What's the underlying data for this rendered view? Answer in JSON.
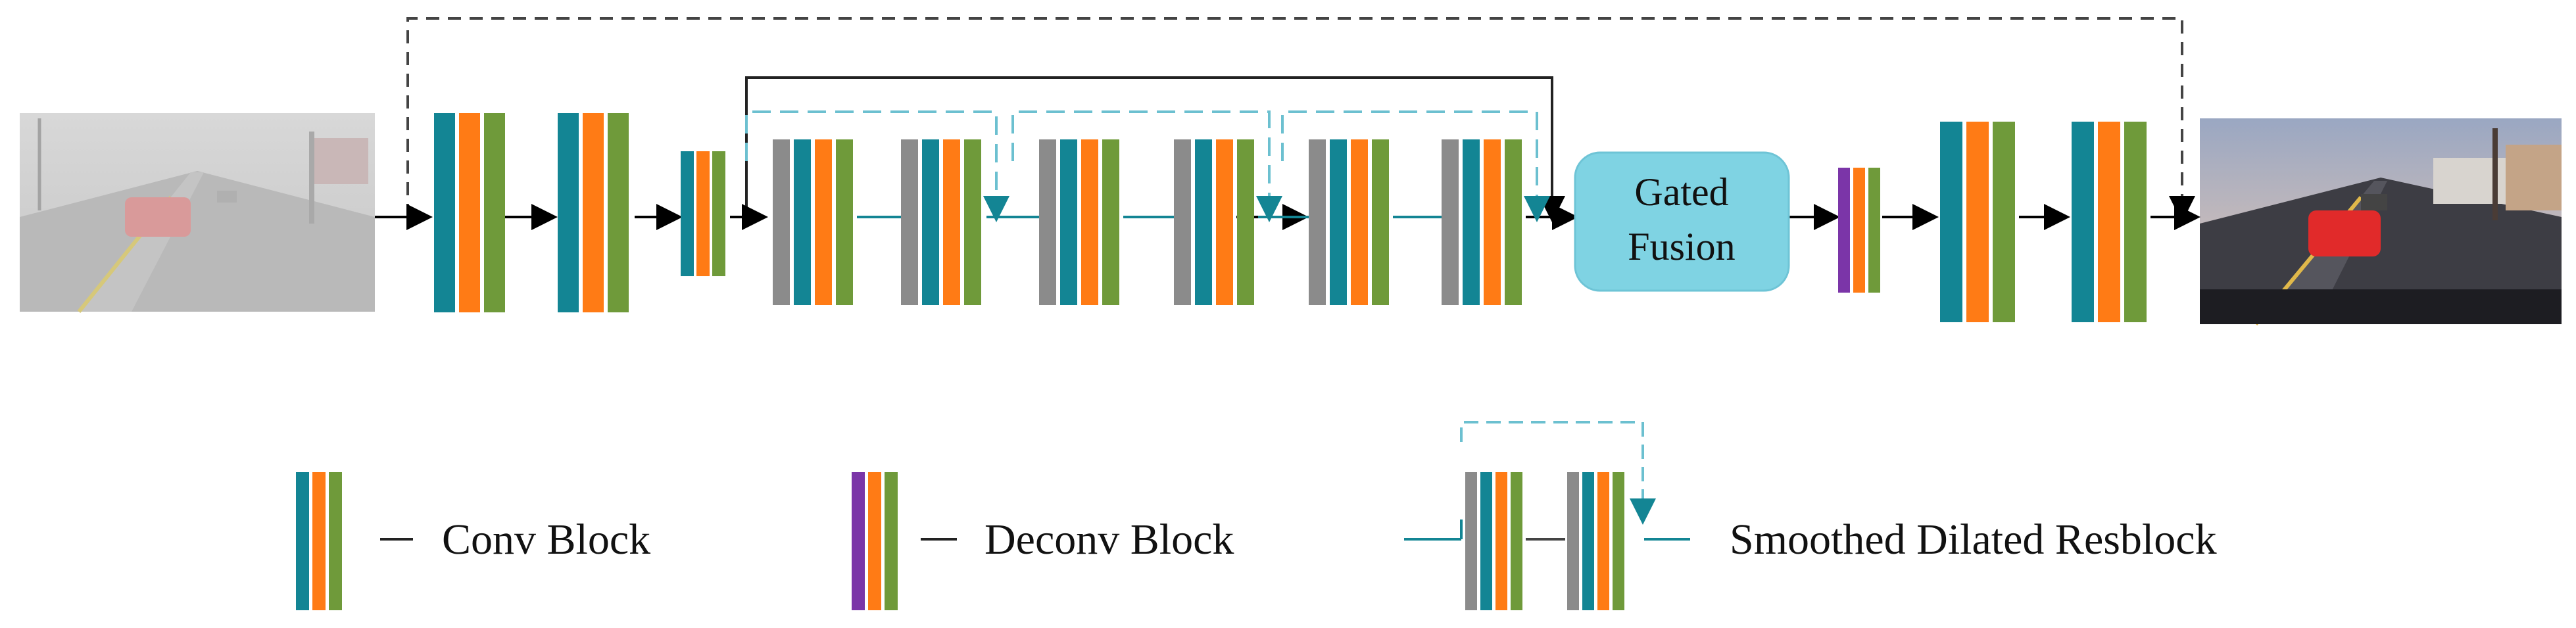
{
  "colors": {
    "teal": "#138594",
    "orange": "#ff7b15",
    "green": "#6f9a3a",
    "gray": "#8b8b8b",
    "purple": "#7b35a8",
    "gated_fill": "#7fd3e3",
    "dash_teal": "#6cc0d0",
    "arrow": "#000000"
  },
  "diagram": {
    "input_image": "foggy-road-input",
    "output_image": "clear-road-output",
    "gated_fusion": {
      "line1": "Gated",
      "line2": "Fusion"
    }
  },
  "legend": {
    "conv": "Conv Block",
    "deconv": "Deconv Block",
    "resblock": "Smoothed Dilated Resblock"
  }
}
